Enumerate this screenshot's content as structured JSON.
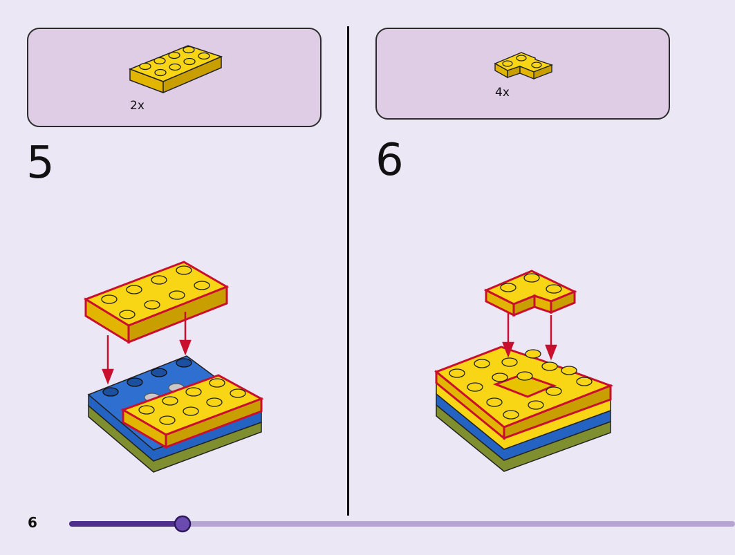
{
  "page": {
    "number": "6",
    "progress": 0.17
  },
  "steps": [
    {
      "number": "5",
      "parts": [
        {
          "quantity": "2x",
          "part": "yellow-2x4-plate"
        }
      ]
    },
    {
      "number": "6",
      "parts": [
        {
          "quantity": "4x",
          "part": "yellow-corner-plate"
        }
      ]
    }
  ],
  "colors": {
    "background": "#ece7f4",
    "parts_box": "#dfcde6",
    "yellow": "#f8d616",
    "blue": "#2563c2",
    "olive": "#7f8f2f",
    "highlight_red": "#c8102e",
    "progress_done": "#4d2f8a",
    "progress_rest": "#b6a4d3"
  }
}
